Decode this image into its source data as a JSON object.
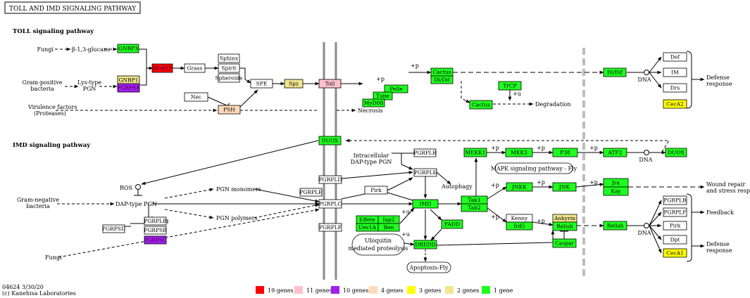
{
  "title": "TOLL AND IMD SIGNALING PATHWAY",
  "sections": {
    "toll": "TOLL signaling pathway",
    "imd": "IMD signaling pathway"
  },
  "footer": {
    "code": "04624 3/30/20",
    "copyright": "(c) Kanehisa Laboratories"
  },
  "colors": {
    "1gene": "#1fff1f",
    "2genes": "#f0e68c",
    "3genes": "#ffff00",
    "4genes": "#ffdab9",
    "10genes": "#a020f0",
    "11genes": "#ffc0cb",
    "19genes": "#ff0000"
  },
  "legend": [
    {
      "label": "19 genes",
      "color": "#ff0000"
    },
    {
      "label": "11 genes",
      "color": "#ffc0cb"
    },
    {
      "label": "10 genes",
      "color": "#a020f0"
    },
    {
      "label": "4 genes",
      "color": "#ffdab9"
    },
    {
      "label": "3 genes",
      "color": "#ffff00"
    },
    {
      "label": "2 genes",
      "color": "#f0e68c"
    },
    {
      "label": "1 gene",
      "color": "#1fff1f"
    }
  ],
  "nodes": [
    {
      "label": "GNBP3",
      "color": "#1fff1f"
    },
    {
      "label": "ModSP",
      "color": "#ff0000"
    },
    {
      "label": "Grass",
      "color": "#ffffff"
    },
    {
      "label": "Sphinx",
      "color": "#ffffff"
    },
    {
      "label": "Spirit",
      "color": "#ffffff"
    },
    {
      "label": "Spheroide",
      "color": "#ffffff"
    },
    {
      "label": "SPE",
      "color": "#ffffff"
    },
    {
      "label": "Spz",
      "color": "#f0e68c"
    },
    {
      "label": "Toll",
      "color": "#ffc0cb"
    },
    {
      "label": "GNBP1",
      "color": "#f0e68c"
    },
    {
      "label": "PGRPSA",
      "color": "#a020f0"
    },
    {
      "label": "Nec",
      "color": "#ffffff"
    },
    {
      "label": "PSH",
      "color": "#ffdab9"
    },
    {
      "label": "Pelle",
      "color": "#1fff1f"
    },
    {
      "label": "Tube",
      "color": "#1fff1f"
    },
    {
      "label": "MyD88",
      "color": "#1fff1f"
    },
    {
      "label": "Cactus",
      "color": "#1fff1f"
    },
    {
      "label": "Dl/Dif",
      "color": "#1fff1f"
    },
    {
      "label": "TrCP",
      "color": "#1fff1f"
    },
    {
      "label": "Cactus",
      "color": "#1fff1f"
    },
    {
      "label": "Dl/Dif",
      "color": "#1fff1f"
    },
    {
      "label": "Def",
      "color": "#ffffff"
    },
    {
      "label": "IM",
      "color": "#ffffff"
    },
    {
      "label": "Drs",
      "color": "#ffffff"
    },
    {
      "label": "CecA2",
      "color": "#ffff00"
    },
    {
      "label": "DUOX",
      "color": "#1fff1f"
    },
    {
      "label": "PGRPLB",
      "color": "#ffffff"
    },
    {
      "label": "PGRPLE",
      "color": "#ffffff"
    },
    {
      "label": "MEKK1",
      "color": "#1fff1f"
    },
    {
      "label": "MKK3",
      "color": "#1fff1f"
    },
    {
      "label": "P38",
      "color": "#1fff1f"
    },
    {
      "label": "ATF2",
      "color": "#1fff1f"
    },
    {
      "label": "DUOX",
      "color": "#1fff1f"
    },
    {
      "label": "PGRPLE",
      "color": "#ffffff"
    },
    {
      "label": "PGRPLC",
      "color": "#ffffff"
    },
    {
      "label": "PGRPLF",
      "color": "#ffffff"
    },
    {
      "label": "PGRPLD",
      "color": "#ffffff"
    },
    {
      "label": "Pirk",
      "color": "#ffffff"
    },
    {
      "label": "IMD",
      "color": "#1fff1f"
    },
    {
      "label": "Tak1",
      "color": "#1fff1f"
    },
    {
      "label": "Tab2",
      "color": "#1fff1f"
    },
    {
      "label": "JNKK",
      "color": "#1fff1f"
    },
    {
      "label": "JNK",
      "color": "#1fff1f"
    },
    {
      "label": "Jra",
      "color": "#1fff1f"
    },
    {
      "label": "Kay",
      "color": "#1fff1f"
    },
    {
      "label": "Kenny",
      "color": "#ffffff"
    },
    {
      "label": "Ird5",
      "color": "#1fff1f"
    },
    {
      "label": "Ankyrin",
      "color": "#f0e68c"
    },
    {
      "label": "Relish",
      "color": "#1fff1f"
    },
    {
      "label": "Caspar",
      "color": "#1fff1f"
    },
    {
      "label": "Relish",
      "color": "#1fff1f"
    },
    {
      "label": "Effete",
      "color": "#1fff1f"
    },
    {
      "label": "Iap2",
      "color": "#1fff1f"
    },
    {
      "label": "Uev1A",
      "color": "#1fff1f"
    },
    {
      "label": "Ben",
      "color": "#1fff1f"
    },
    {
      "label": "FADD",
      "color": "#1fff1f"
    },
    {
      "label": "DREDD",
      "color": "#1fff1f"
    },
    {
      "label": "PGRPLB",
      "color": "#ffffff"
    },
    {
      "label": "PGRPLF",
      "color": "#ffffff"
    },
    {
      "label": "Pirk",
      "color": "#ffffff"
    },
    {
      "label": "Dpt",
      "color": "#ffffff"
    },
    {
      "label": "CecA1",
      "color": "#ffff00"
    },
    {
      "label": "PGRPSD",
      "color": "#ffffff"
    },
    {
      "label": "PGRPLB",
      "color": "#ffffff"
    },
    {
      "label": "PGRPSB",
      "color": "#ffffff"
    },
    {
      "label": "PGRPSC",
      "color": "#a020f0"
    }
  ],
  "ovals": [
    {
      "label": "MAPK signaling pathway - Fly"
    },
    {
      "label": "Ubiquitin mediated proteolysis"
    },
    {
      "label": "Apoptosis-Fly"
    }
  ],
  "labels": [
    "Fungi",
    "β-1,3-glucans",
    "Gram-positive",
    "bacteria",
    "Lys-type",
    "PGN",
    "Virulence factors",
    "(Proteases)",
    "Necrosis",
    "+p",
    "+p",
    "+u",
    "Degradation",
    "DNA",
    "Defense",
    "response",
    "Intracellular",
    "DAP-type PGN",
    "Autophagy",
    "+p",
    "+p",
    "+p",
    "DNA",
    "ROS",
    "Gram-negative",
    "bacteria",
    "DAP-type PGN",
    "PGN monomers",
    "PGN polymers",
    "+p",
    "+p",
    "+p",
    "+u",
    "+u",
    "+p",
    "Wound repair",
    "and stress response",
    "DNA",
    "Feedback",
    "Defense",
    "response",
    "Fungi",
    "+p"
  ]
}
